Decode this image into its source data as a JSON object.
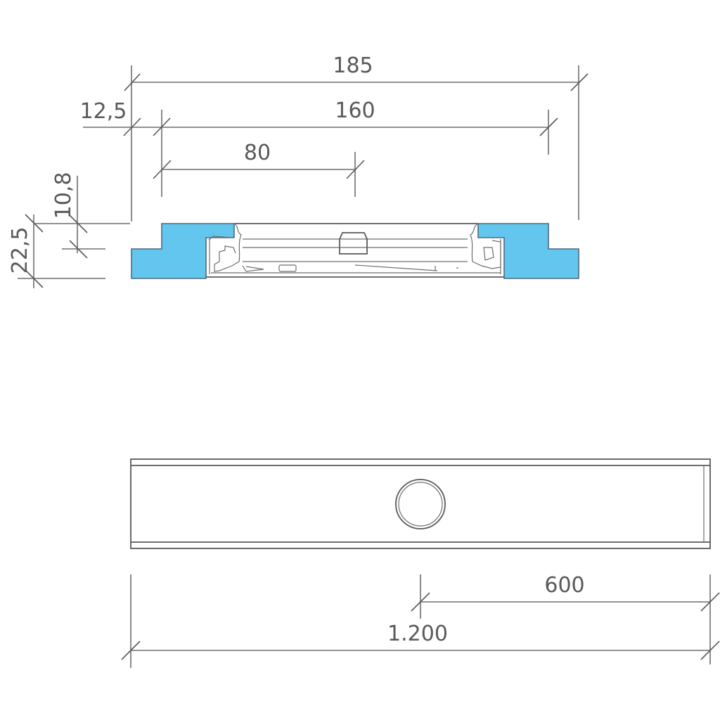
{
  "drawing": {
    "type": "technical-drawing",
    "views": [
      "cross-section",
      "top-view"
    ],
    "colors": {
      "line": "#6d6e70",
      "outline": "#58595b",
      "fill_blue": "#62c6ef",
      "text": "#58595b",
      "background": "#ffffff"
    }
  },
  "section": {
    "dimensions": {
      "overall_width": "185",
      "inner_width": "160",
      "half_width": "80",
      "offset": "12,5",
      "step_height": "10,8",
      "total_height": "22,5"
    }
  },
  "top_view": {
    "dimensions": {
      "center_offset": "600",
      "overall_length": "1.200"
    },
    "features": [
      "drain-outlet-circle"
    ]
  }
}
